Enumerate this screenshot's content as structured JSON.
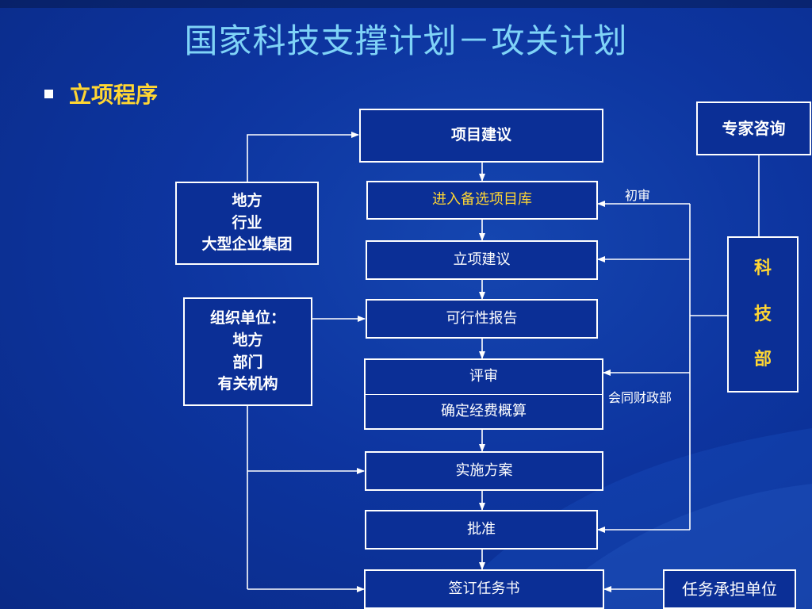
{
  "title": "国家科技支撑计划－攻关计划",
  "subtitle": "立项程序",
  "flow": {
    "proposal": "项目建议",
    "candidate_pool": "进入备选项目库",
    "approval_suggestion": "立项建议",
    "feasibility": "可行性报告",
    "review": "评审",
    "budget": "确定经费概算",
    "plan": "实施方案",
    "approve": "批准",
    "contract": "签订任务书"
  },
  "left": {
    "sources": [
      "地方",
      "行业",
      "大型企业集团"
    ],
    "organizers": [
      "组织单位：",
      "地方",
      "部门",
      "有关机构"
    ]
  },
  "right": {
    "experts": "专家咨询",
    "ministry_chars": [
      "科",
      "技",
      "部"
    ],
    "undertaker": "任务承担单位"
  },
  "edge_labels": {
    "initial_review": "初审",
    "with_finance": "会同财政部"
  },
  "colors": {
    "background": "#0d35a0",
    "title": "#7fd3f7",
    "highlight": "#ffd633",
    "line": "#ffffff"
  }
}
